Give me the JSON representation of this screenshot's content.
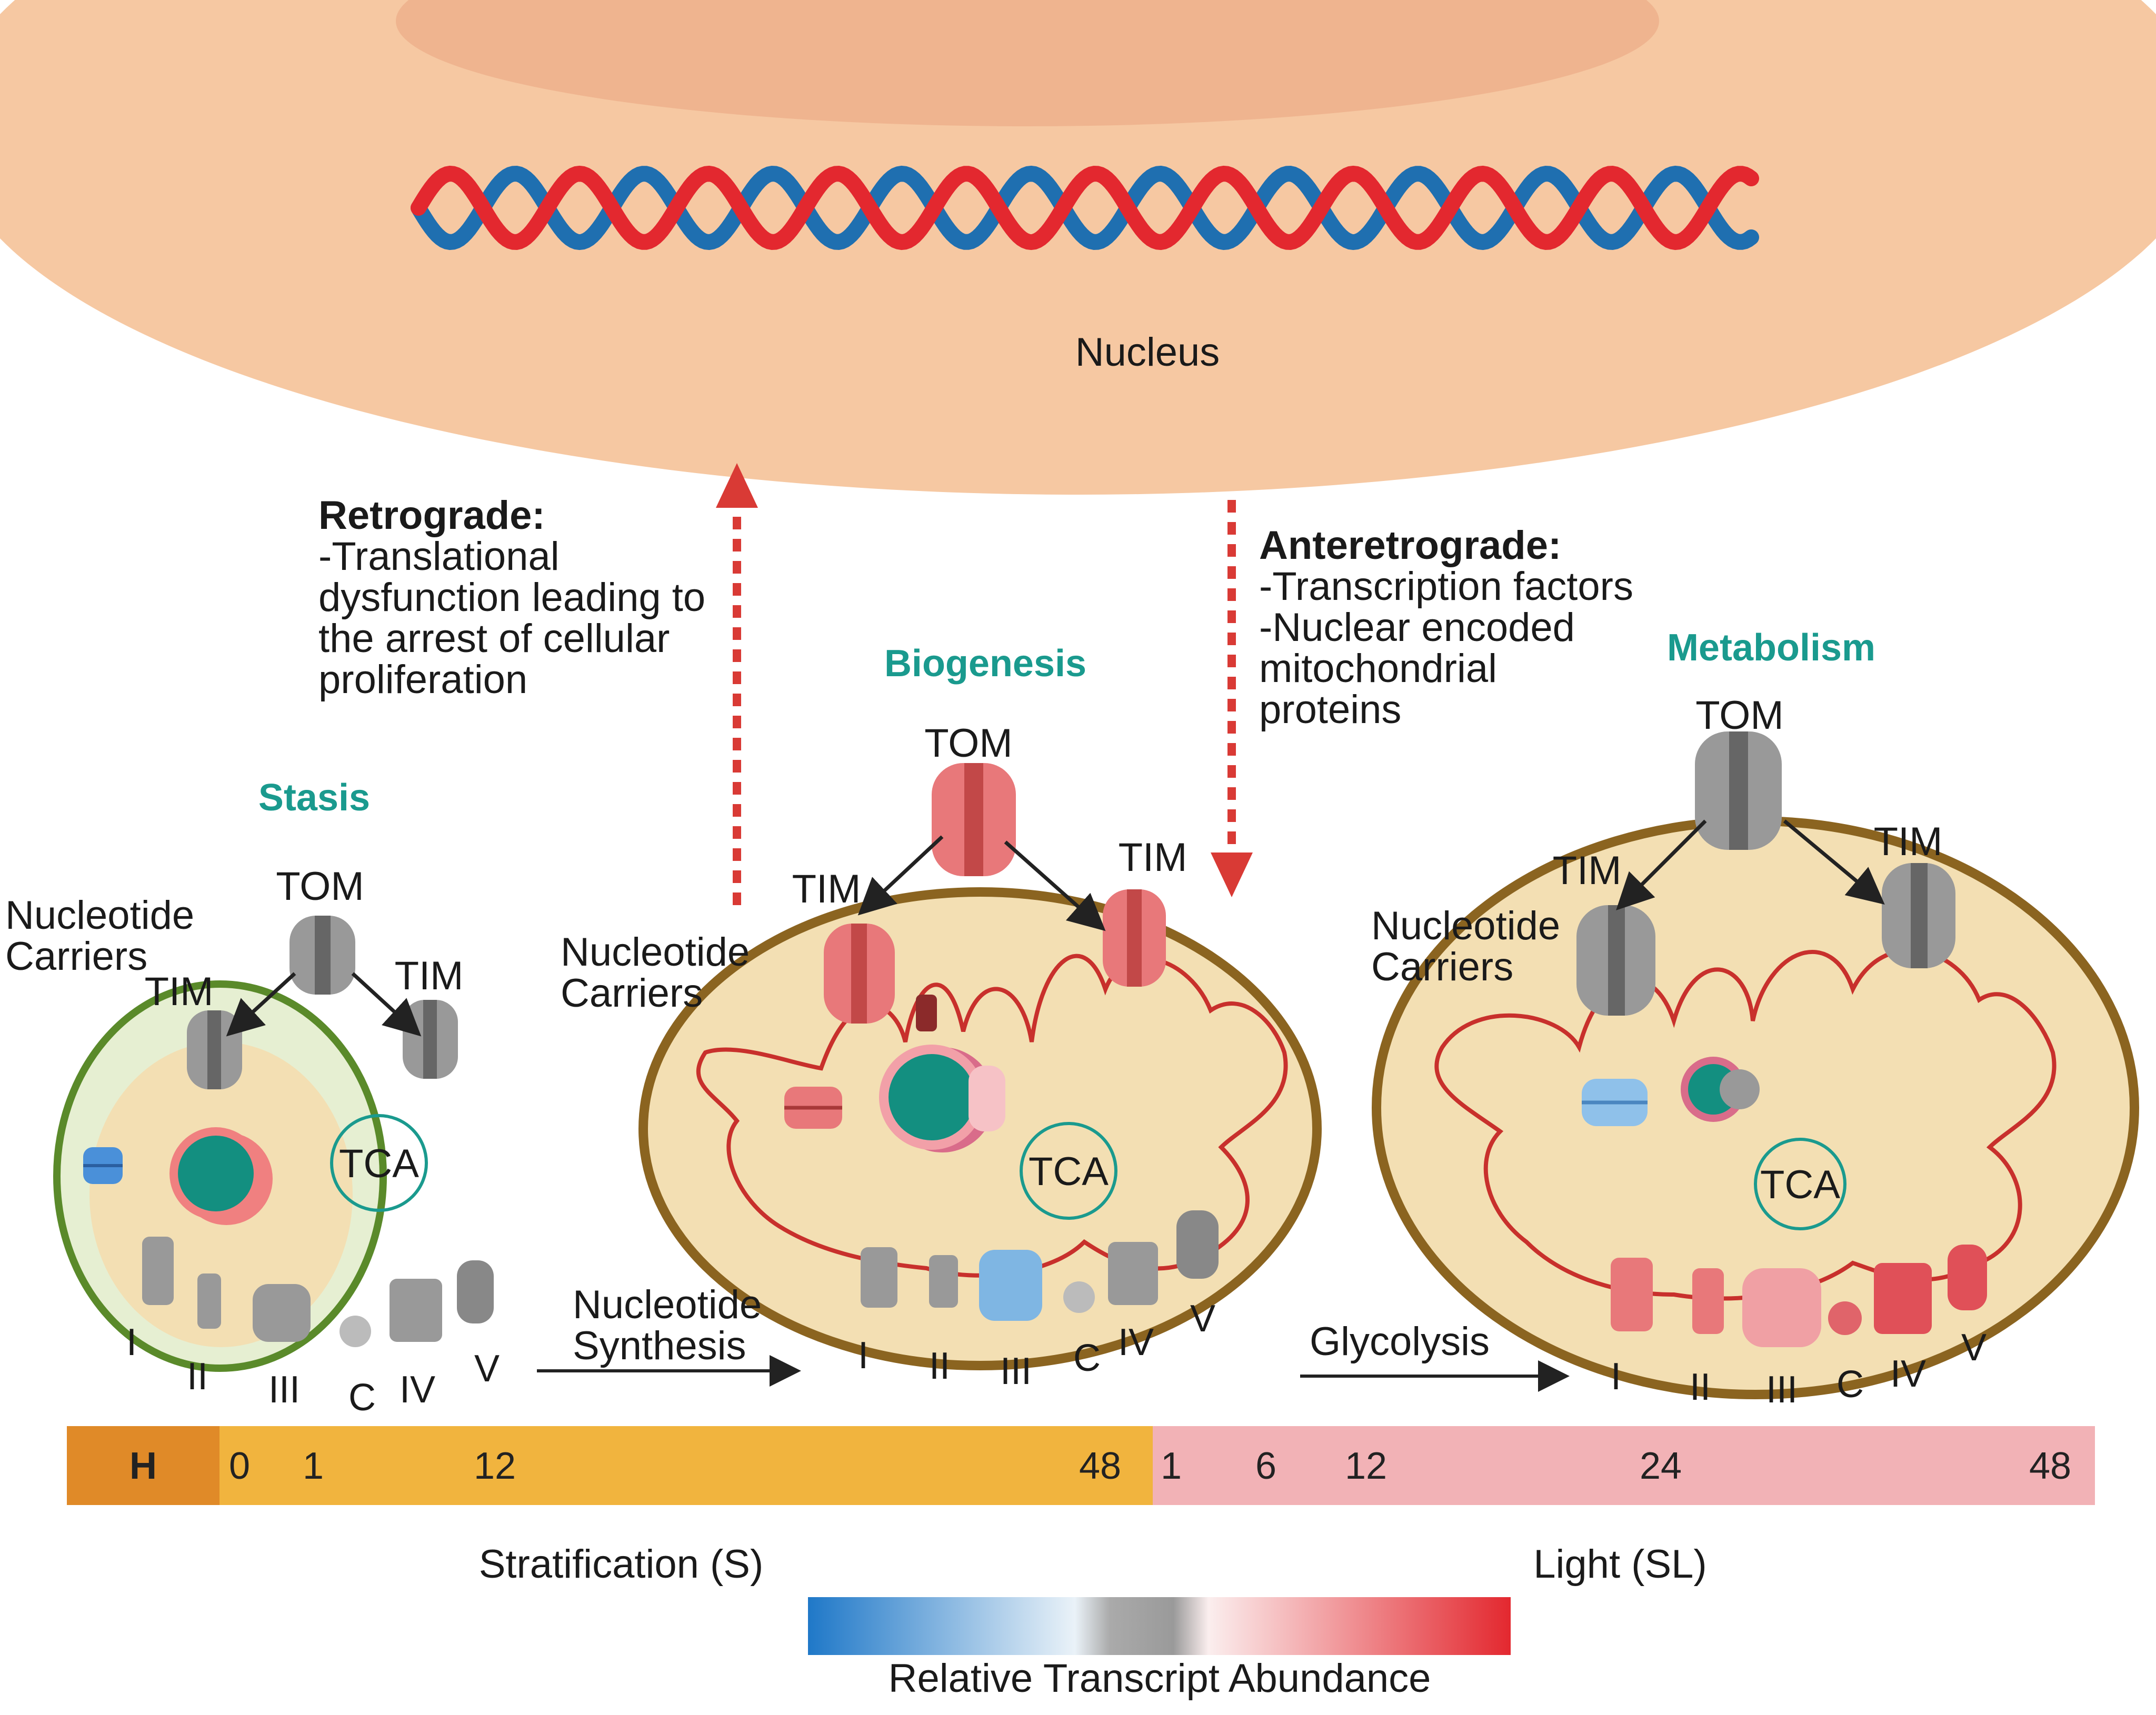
{
  "nucleus": {
    "label": "Nucleus"
  },
  "retrograde": {
    "title": "Retrograde:",
    "lines": [
      "-Translational",
      "dysfunction leading to",
      "the arrest of cellular",
      "proliferation"
    ]
  },
  "anteretrograde": {
    "title": "Anteretrograde:",
    "lines": [
      "-Transcription factors",
      "-Nuclear encoded",
      "mitochondrial",
      "proteins"
    ]
  },
  "stages": [
    {
      "title": "Stasis",
      "tom": "TOM",
      "tim_left": "TIM",
      "tim_right": "TIM",
      "carriers": [
        "Nucleotide",
        "Carriers"
      ],
      "tca": "TCA",
      "complexes": [
        "I",
        "II",
        "III",
        "C",
        "IV",
        "V"
      ]
    },
    {
      "title": "Biogenesis",
      "tom": "TOM",
      "tim_left": "TIM",
      "tim_right": "TIM",
      "carriers": [
        "Nucleotide",
        "Carriers"
      ],
      "tca": "TCA",
      "complexes": [
        "I",
        "II",
        "III",
        "C",
        "IV",
        "V"
      ]
    },
    {
      "title": "Metabolism",
      "tom": "TOM",
      "tim_left": "TIM",
      "tim_right": "TIM",
      "carriers": [
        "Nucleotide",
        "Carriers"
      ],
      "tca": "TCA",
      "complexes": [
        "I",
        "II",
        "III",
        "C",
        "IV",
        "V"
      ]
    }
  ],
  "transitions": [
    {
      "lines": [
        "Nucleotide",
        "Synthesis"
      ]
    },
    {
      "lines": [
        "Glycolysis"
      ]
    }
  ],
  "timeline": {
    "h_label": "H",
    "stratification_ticks": [
      "0",
      "1",
      "12",
      "48"
    ],
    "light_ticks": [
      "1",
      "6",
      "12",
      "24",
      "48"
    ],
    "stratification_label": "Stratification (S)",
    "light_label": "Light (SL)"
  },
  "legend": {
    "label": "Relative Transcript Abundance",
    "colors": {
      "low": "#1f78c8",
      "mid": "#9a9a9a",
      "high": "#e3282f"
    }
  },
  "colors": {
    "nucleus_outer": "#f6c8a2",
    "nucleus_inner": "#efb48f",
    "dna_red": "#e3282f",
    "dna_blue": "#1f6fb0",
    "cell_fill": "#f3dfb3",
    "cell_border_brown": "#8b6420",
    "cell_border_green": "#5a8a2a",
    "teal_text": "#1a9a8e",
    "arrow_red": "#d93a35",
    "h_bar": "#e08a28",
    "s_bar": "#f1b43e",
    "sl_bar": "#f2b2b6"
  }
}
